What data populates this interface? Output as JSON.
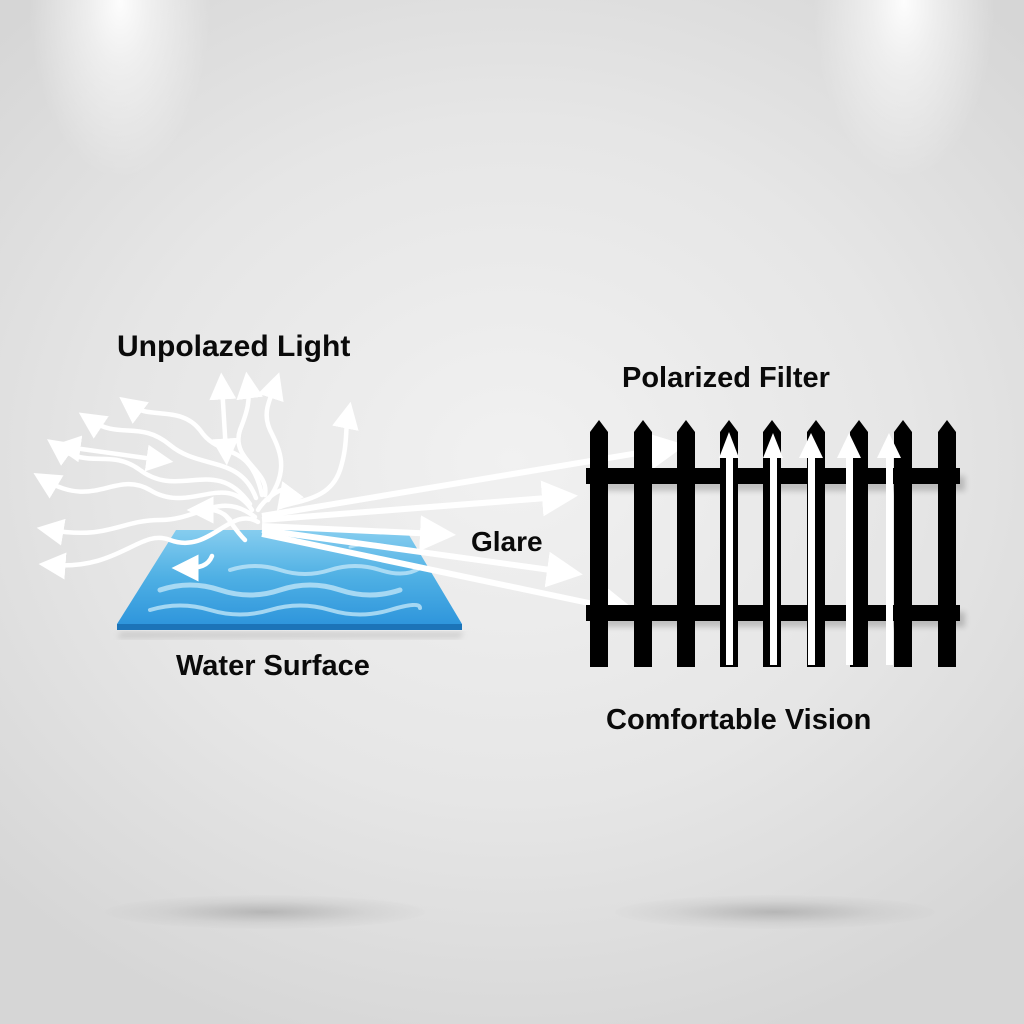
{
  "diagram": {
    "labels": {
      "unpolarized_light": "Unpolazed Light",
      "polarized_filter": "Polarized Filter",
      "glare": "Glare",
      "water_surface": "Water Surface",
      "comfortable_vision": "Comfortable Vision"
    },
    "components": {
      "light_source": {
        "description": "wavy white arrows radiating in many directions (unpolarized light)"
      },
      "water": {
        "description": "blue water surface plane with waves",
        "color": "#3a9fdc",
        "edge_color": "#1c74b8"
      },
      "glare_rays": {
        "count": 5,
        "description": "straight white arrows reflected from water toward filter"
      },
      "filter": {
        "description": "black picket fence representing polarized filter",
        "pickets": 9,
        "rails": 2,
        "color": "#000000"
      },
      "transmitted_rays": {
        "count": 5,
        "description": "vertical white arrows passing through filter slats"
      }
    },
    "colors": {
      "background": "#e8e8e8",
      "text": "#0a0a0a",
      "arrows": "#ffffff",
      "water_light": "#7cc6ec",
      "water_dark": "#2b8fd6"
    }
  }
}
